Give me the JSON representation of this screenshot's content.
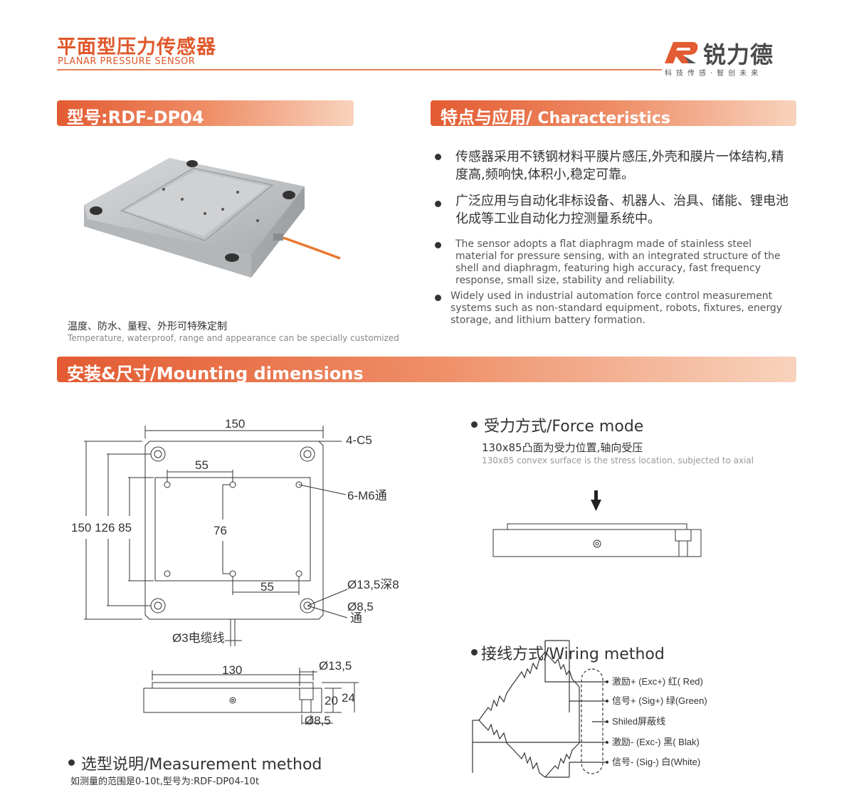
{
  "header": {
    "title_zh": "平面型压力传感器",
    "title_en": "PLANAR PRESSURE SENSOR",
    "brand_name": "锐力德",
    "brand_slogan": "科技传感·智创未来"
  },
  "model_bar": {
    "label": "型号:RDF-DP04"
  },
  "features_bar": {
    "label_zh": "特点与应用/",
    "label_en": " Characteristics"
  },
  "features": {
    "zh": [
      "传感器采用不锈钢材料平膜片感压,外壳和膜片一体结构,精度高,频响快,体积小,稳定可靠。",
      "广泛应用与自动化非标设备、机器人、治具、储能、锂电池化成等工业自动化力控测量系统中。"
    ],
    "en": [
      "The sensor adopts a flat diaphragm made of stainless steel material for pressure sensing, with an integrated structure of the shell and diaphragm, featuring high accuracy, fast frequency response, small size, stability and reliability.",
      "Widely used in industrial automation force control measurement systems such as non-standard equipment, robots, fixtures, energy storage, and lithium battery formation."
    ]
  },
  "custom": {
    "zh": "温度、防水、量程、外形可特殊定制",
    "en": "Temperature, waterproof, range and appearance can be specially customized"
  },
  "mounting_bar": {
    "label": "安装&尺寸/Mounting dimensions"
  },
  "drawing": {
    "width": "150",
    "chamfer": "4-C5",
    "hole_spacing_top": "55",
    "threads": "6-M6通",
    "height_labels": "150 126 85",
    "hole_spacing_v": "76",
    "hole_spacing_bottom": "55",
    "counterbore": "Ø13,5深8",
    "through_hole": "Ø8,5",
    "through": "通",
    "cable": "Ø3电缆线",
    "side_length": "130",
    "side_cb": "Ø13,5",
    "side_h1": "20",
    "side_h2": "24",
    "side_hole": "Ø8,5"
  },
  "force_mode": {
    "title": "受力方式/Force mode",
    "desc_zh": "130x85凸面为受力位置,轴向受压",
    "desc_en": "130x85 convex surface is the stress location, subjected to axial"
  },
  "wiring": {
    "title": "接线方式/Wiring method",
    "labels": [
      "激励+ (Exc+)  红( Red)",
      "信号+ (Sig+)  绿(Green)",
      "Shiled屏蔽线",
      "激励-  (Exc-)  黑( Blak)",
      "信号-  (Sig-)  白(White)"
    ]
  },
  "measurement": {
    "title": "选型说明/Measurement method",
    "desc": "如测量的范围是0-10t,型号为:RDF-DP04-10t"
  },
  "colors": {
    "accent": "#e0572a",
    "cable": "#e8782e"
  }
}
